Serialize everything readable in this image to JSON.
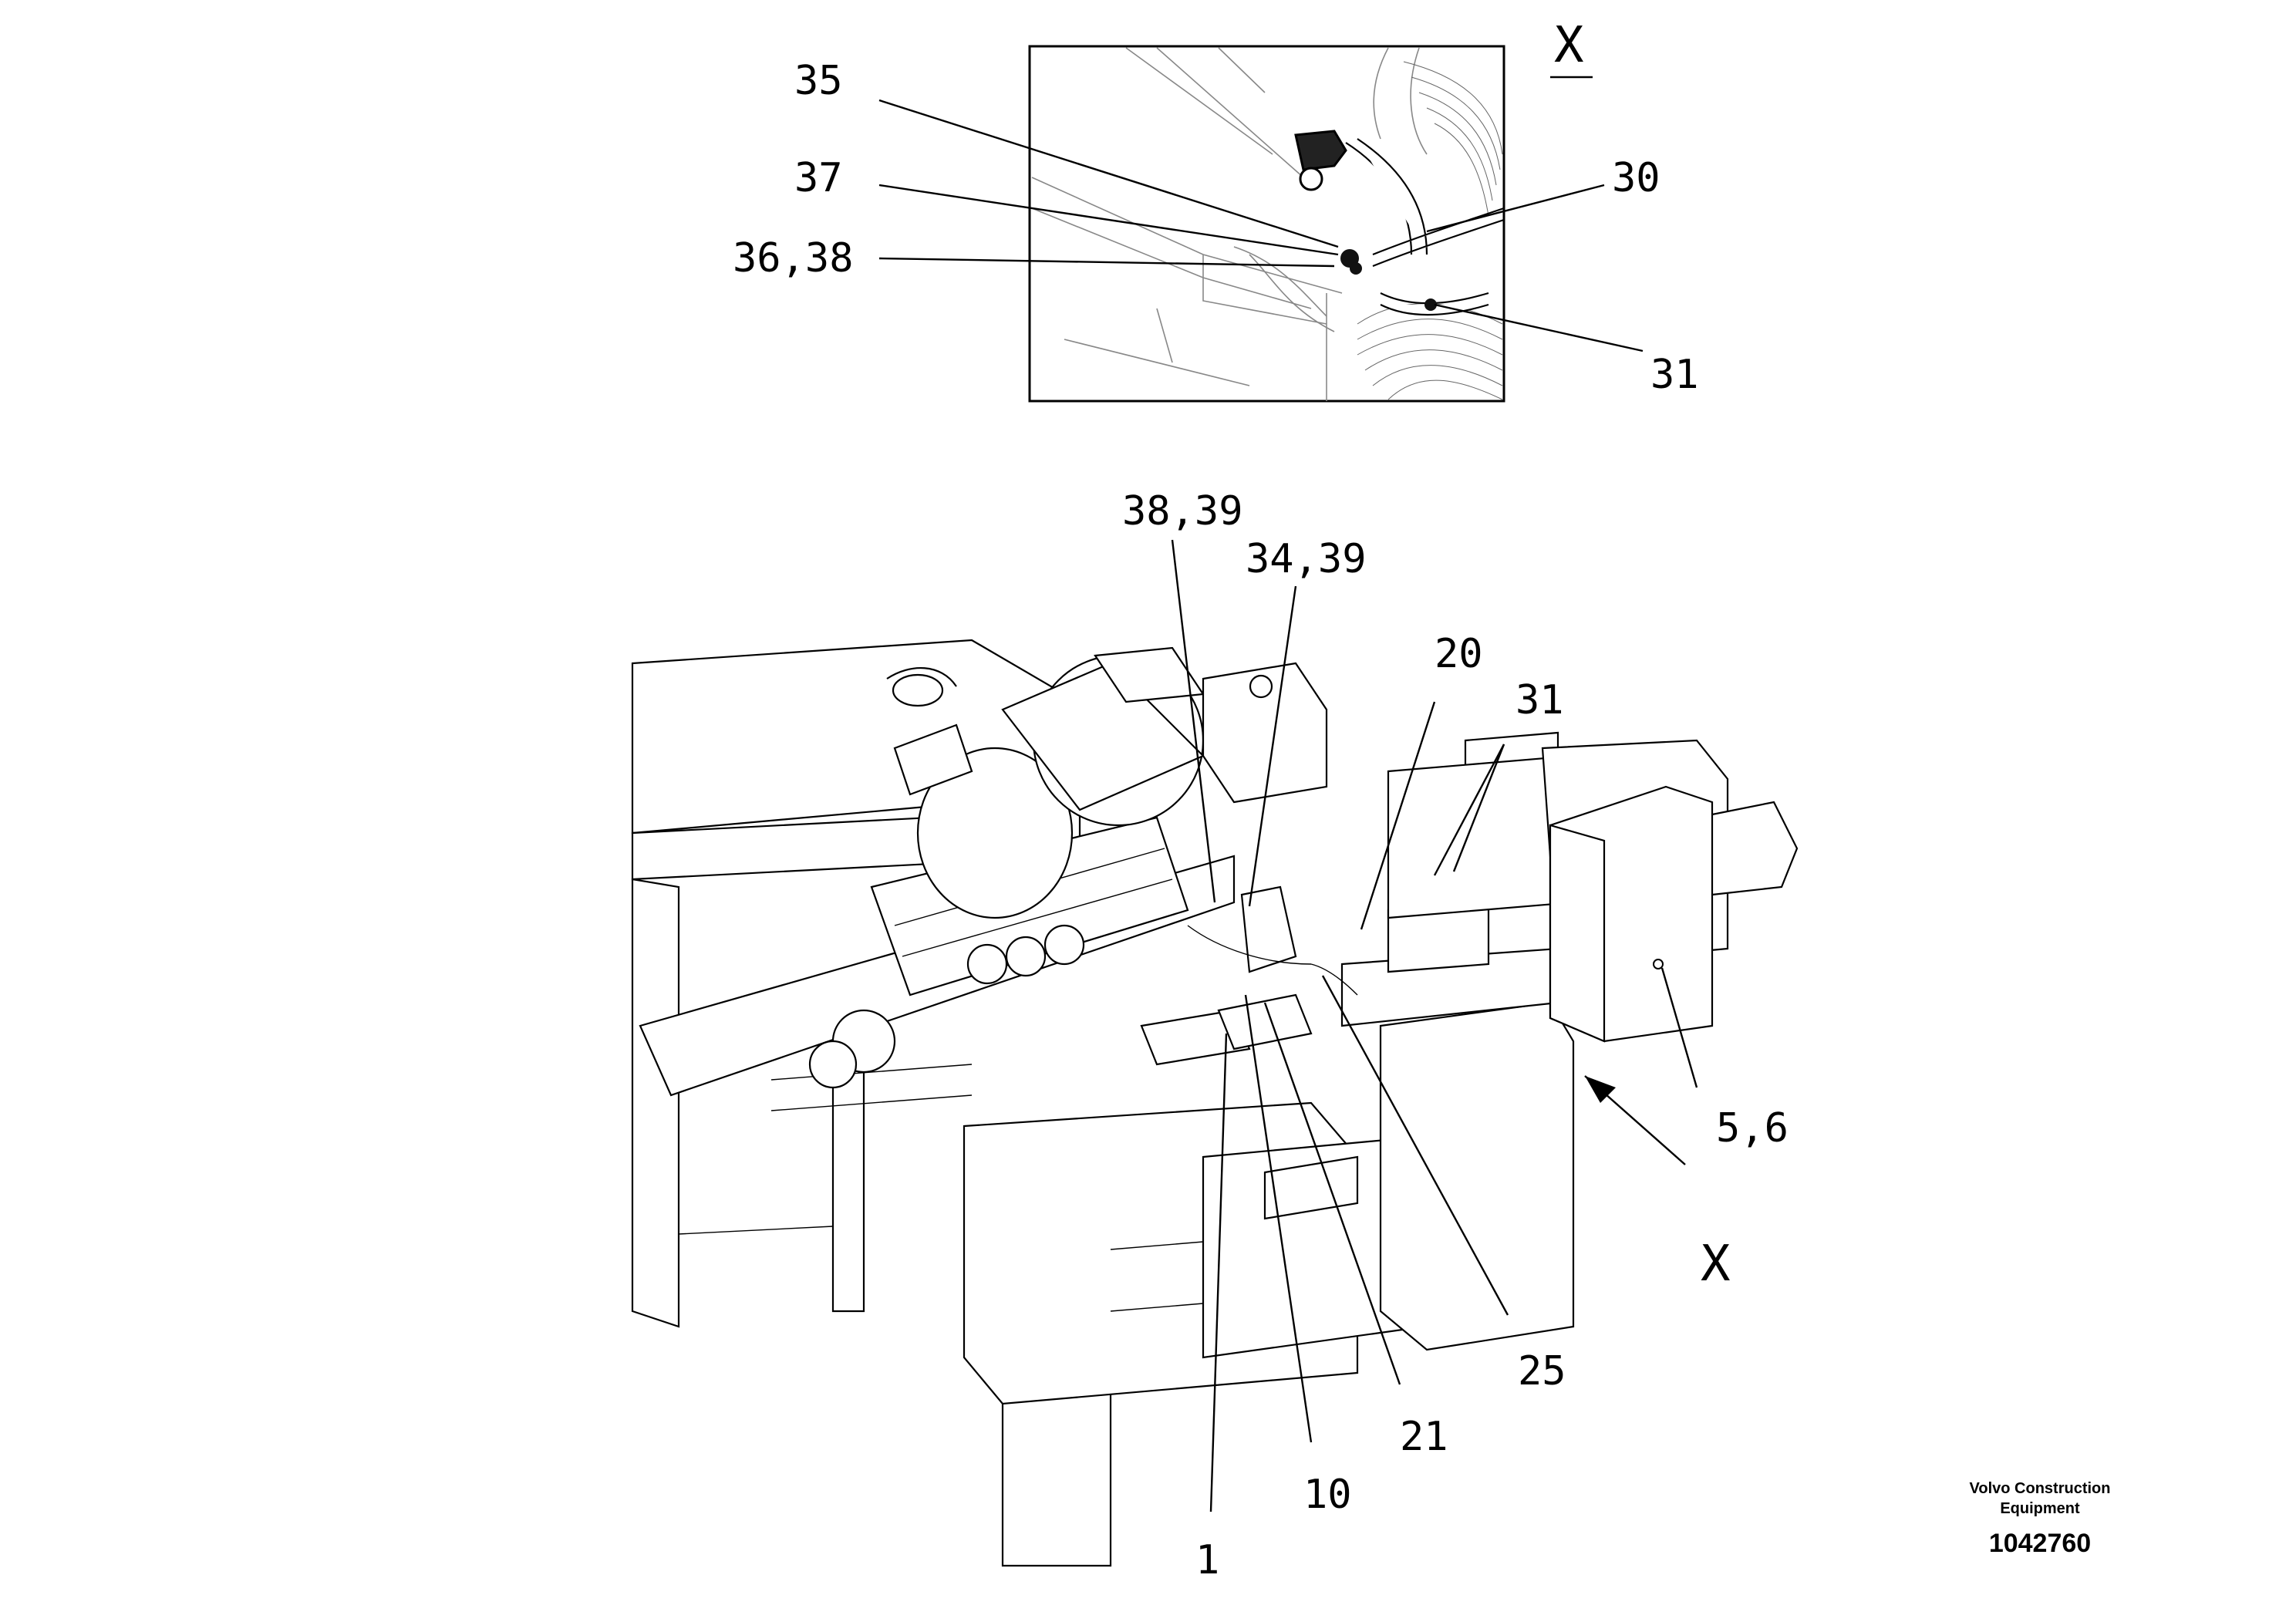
{
  "detail_view": {
    "label": "X",
    "callouts": {
      "c35": "35",
      "c37": "37",
      "c36_38": "36,38",
      "c30": "30",
      "c31": "31"
    }
  },
  "main_view": {
    "callouts": {
      "c38_39": "38,39",
      "c34_39": "34,39",
      "c20": "20",
      "c31": "31",
      "c5_6": "5,6",
      "cX": "X",
      "c25": "25",
      "c21": "21",
      "c10": "10",
      "c1": "1"
    }
  },
  "title_block": {
    "brand_line1": "Volvo Construction",
    "brand_line2": "Equipment",
    "doc_number": "1042760"
  }
}
